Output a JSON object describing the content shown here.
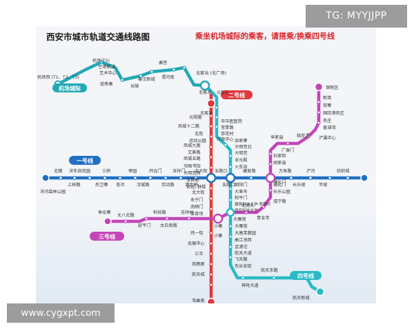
{
  "watermark_top": "TG: MYYJJPP",
  "watermark_bottom": "www.cygxpt.com",
  "map": {
    "title": "西安市城市轨道交通线路图",
    "notice": "乘坐机场城际的乘客，请搭乘/换乘四号线",
    "line_labels": {
      "airport": "机场城际",
      "line1": "一号线",
      "line2": "二号线",
      "line3": "三号线",
      "line4": "四号线"
    },
    "colors": {
      "airport": "#23a8b6",
      "line1": "#1f6fc4",
      "line2": "#e03a3e",
      "line3": "#c445b8",
      "line4": "#2bb9c6"
    },
    "stations": {
      "airport": [
        "机场西 (T1、T2、T3)",
        "机场(T5)",
        "空港新城",
        "艺术中心",
        "揽秀寨",
        "长陵",
        "秦汉新城",
        "渭河南",
        "秦宫",
        "北客站 (北广场)"
      ],
      "line1": [
        "北槐",
        "沣东自贸园",
        "上林路",
        "三桥",
        "后卫寨",
        "皂河",
        "枣园",
        "汉城路",
        "开远门",
        "劳动路",
        "玉祥门",
        "洒金桥",
        "北大街",
        "五路口",
        "朝阳门",
        "康复路",
        "通化门",
        "万寿路",
        "长乐坡",
        "浐河",
        "半坡",
        "纺织城",
        "沣河森林公园"
      ],
      "line2": [
        "北客站",
        "北苑",
        "运动公园",
        "行政中心",
        "凤城九路",
        "凤城五路",
        "市图书馆",
        "大明宫西",
        "龙首原",
        "安远门",
        "北大街",
        "钟楼",
        "永宁门",
        "南稍门",
        "体育场",
        "小寨",
        "纬一街",
        "会展中心",
        "三爻",
        "凤栖原",
        "航天城",
        "韦曲南",
        "元朔路",
        "凤城十二路",
        "文景路"
      ],
      "line3": [
        "鱼化寨",
        "丈八北路",
        "延平门",
        "科技路",
        "太白南路",
        "吉祥村",
        "小寨",
        "大雁塔",
        "北池头",
        "青龙寺",
        "咸宁路",
        "长乐公园",
        "通化门",
        "胡家庙",
        "石家街",
        "辛家庙",
        "广泰门",
        "桃花潭",
        "浐灞中心",
        "香湖湾",
        "务庄",
        "国际港务区",
        "双寨",
        "新筑",
        "保税区"
      ],
      "line4": [
        "北客站",
        "北客站",
        "市中医医院",
        "常青路",
        "百花村",
        "余家寨",
        "大明宫北",
        "大明宫",
        "含元殿",
        "火车站",
        "五路口",
        "大差市",
        "和平门",
        "建筑科技大学·李家村",
        "西安科技大学",
        "大雁塔",
        "大唐芙蓉园",
        "曲江池西",
        "金滹沱",
        "航天大道",
        "飞天路",
        "东长安街",
        "神舟大道",
        "航天东路",
        "航天新城"
      ]
    }
  }
}
